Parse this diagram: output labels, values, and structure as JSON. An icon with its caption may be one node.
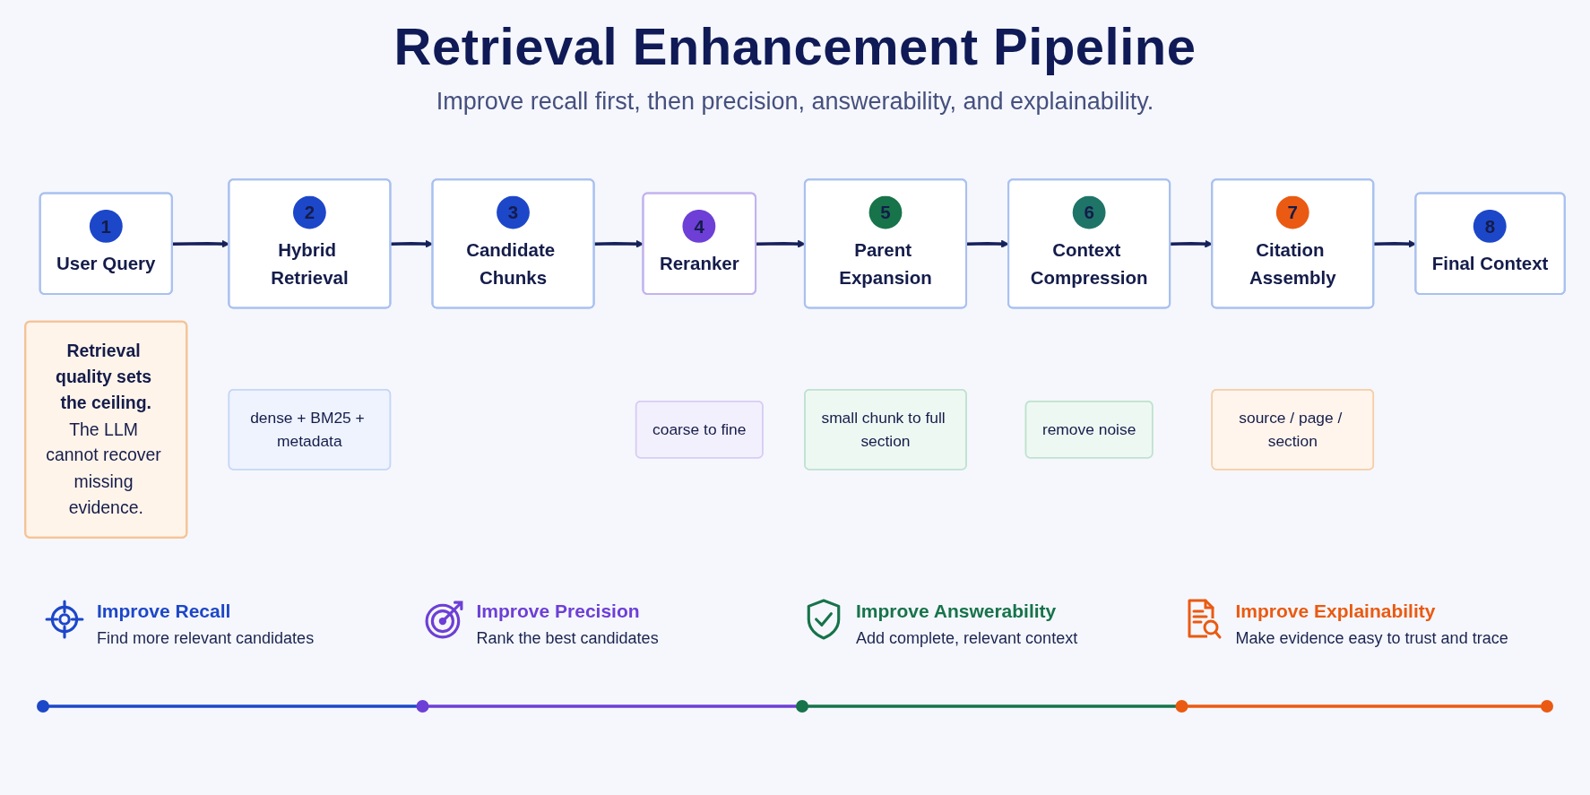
{
  "diagram": {
    "title": "Retrieval Enhancement Pipeline",
    "nodes": [
      {
        "text": [
          "1",
          "User Query"
        ]
      },
      {
        "text": [
          "2",
          "Hybrid Retrieval"
        ]
      },
      {
        "text": [
          "3",
          "Candidate Chunks"
        ]
      },
      {
        "text": [
          "4",
          "Reranker"
        ]
      },
      {
        "text": [
          "5",
          "Parent Expansion"
        ]
      },
      {
        "text": [
          "6",
          "Context Compression"
        ]
      },
      {
        "text": [
          "7",
          "Citation Assembly"
        ]
      },
      {
        "text": [
          "8",
          "Final Context"
        ]
      },
      {
        "text": [
          "dense + BM25 + metadata"
        ]
      },
      {
        "text": [
          "coarse to fine"
        ]
      },
      {
        "text": [
          "small chunk to full section"
        ]
      },
      {
        "text": [
          "remove noise"
        ]
      },
      {
        "text": [
          "source / page / section"
        ]
      },
      {
        "text": [
          "Retrieval quality sets the ceiling.",
          "The LLM cannot recover missing evidence."
        ]
      }
    ],
    "edges": [
      {
        "from": 0,
        "to": 1,
        "arrow": "to"
      },
      {
        "from": 1,
        "to": 2,
        "arrow": "to"
      },
      {
        "from": 2,
        "to": 3,
        "arrow": "to"
      },
      {
        "from": 3,
        "to": 4,
        "arrow": "to"
      },
      {
        "from": 4,
        "to": 5,
        "arrow": "to"
      },
      {
        "from": 5,
        "to": 6,
        "arrow": "to"
      },
      {
        "from": 6,
        "to": 7,
        "arrow": "to"
      }
    ],
    "labels": [
      "Improve recall first, then precision, answerability, and explainability.",
      "Improve Recall",
      "Find more relevant candidates",
      "Improve Precision",
      "Rank the best candidates",
      "Improve Answerability",
      "Add complete, relevant context",
      "Improve Explainability",
      "Make evidence easy to trust and trace"
    ]
  }
}
